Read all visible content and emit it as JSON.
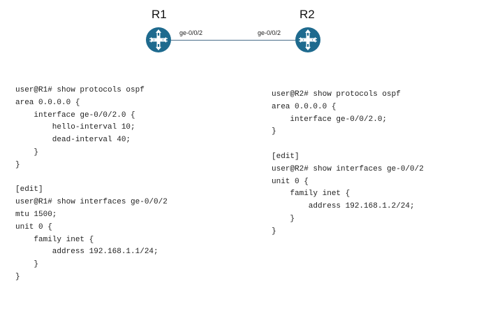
{
  "routers": [
    {
      "name": "R1",
      "interface": "ge-0/0/2"
    },
    {
      "name": "R2",
      "interface": "ge-0/0/2"
    }
  ],
  "r1_config": [
    "user@R1# show protocols ospf",
    "area 0.0.0.0 {",
    "    interface ge-0/0/2.0 {",
    "        hello-interval 10;",
    "        dead-interval 40;",
    "    }",
    "}",
    "",
    "[edit]",
    "user@R1# show interfaces ge-0/0/2",
    "mtu 1500;",
    "unit 0 {",
    "    family inet {",
    "        address 192.168.1.1/24;",
    "    }",
    "}"
  ],
  "r2_config": [
    "user@R2# show protocols ospf",
    "area 0.0.0.0 {",
    "    interface ge-0/0/2.0;",
    "}",
    "",
    "[edit]",
    "user@R2# show interfaces ge-0/0/2",
    "unit 0 {",
    "    family inet {",
    "        address 192.168.1.2/24;",
    "    }",
    "}"
  ],
  "colors": {
    "router_fill": "#1e6a8e",
    "link": "#4a6f8a"
  }
}
